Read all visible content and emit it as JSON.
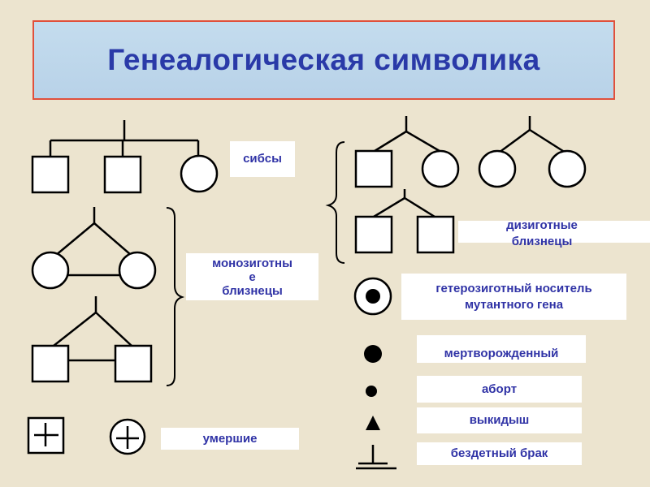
{
  "title": "Генеалогическая символика",
  "labels": {
    "siblings": "сибсы",
    "monozygotic_line1": "монозиготны",
    "monozygotic_line2": "е",
    "monozygotic_line3": "близнецы",
    "dizygotic_line1": "дизиготные",
    "dizygotic_line2": "близнецы",
    "carrier_line1": "гетерозиготный носитель",
    "carrier_line2": "мутантного гена",
    "stillborn": "мертворожденный",
    "abortion": "аборт",
    "miscarriage": "выкидыш",
    "childless": "бездетный брак",
    "deceased": "умершие"
  },
  "colors": {
    "background": "#ece4cf",
    "title_text": "#2a3aa8",
    "title_border": "#e0503c",
    "label_text": "#3033a6"
  }
}
